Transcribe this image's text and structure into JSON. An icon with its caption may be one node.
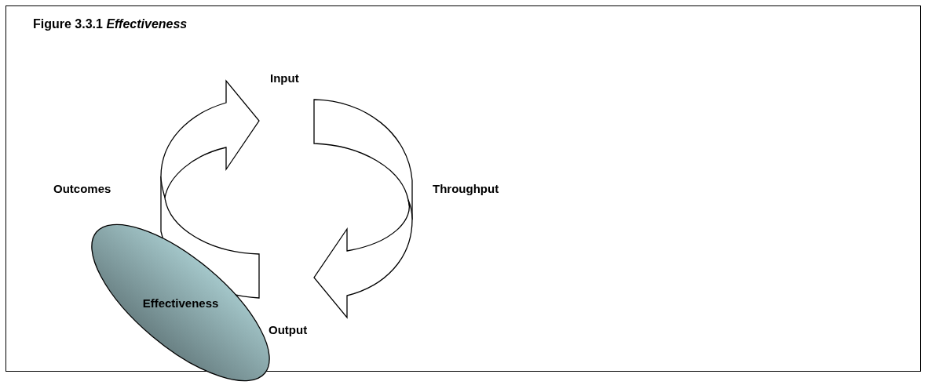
{
  "diagram": {
    "title": "Figure 3.3.1 *Effectiveness*",
    "nodes": [
      {
        "text": [
          "Effectiveness"
        ]
      }
    ],
    "labels": [
      "Input",
      "Outcomes",
      "Throughput",
      "Output"
    ]
  }
}
